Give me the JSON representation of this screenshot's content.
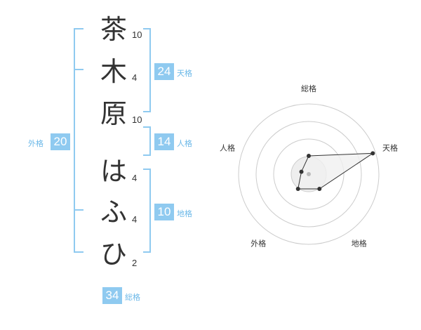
{
  "name": {
    "characters": [
      {
        "char": "茶",
        "strokes": "10"
      },
      {
        "char": "木",
        "strokes": "4"
      },
      {
        "char": "原",
        "strokes": "10"
      },
      {
        "char": "は",
        "strokes": "4"
      },
      {
        "char": "ふ",
        "strokes": "4"
      },
      {
        "char": "ひ",
        "strokes": "2"
      }
    ]
  },
  "fortune": {
    "tenkaku": {
      "value": "24",
      "label": "天格"
    },
    "jinkaku": {
      "value": "14",
      "label": "人格"
    },
    "chikaku": {
      "value": "10",
      "label": "地格"
    },
    "gaikaku": {
      "value": "20",
      "label": "外格"
    },
    "soukaku": {
      "value": "34",
      "label": "総格"
    }
  },
  "radar": {
    "axes": [
      "総格",
      "天格",
      "地格",
      "外格",
      "人格"
    ],
    "values": [
      0.26,
      0.96,
      0.26,
      0.26,
      0.11
    ],
    "rings": 4,
    "colors": {
      "fill": "#f0f0f0",
      "stroke": "#333333",
      "ring": "#cccccc",
      "dot": "#333333",
      "center": "#bbbbbb"
    }
  },
  "colors": {
    "accent": "#8fcaf0",
    "label": "#6bb8e8",
    "text": "#333333"
  }
}
